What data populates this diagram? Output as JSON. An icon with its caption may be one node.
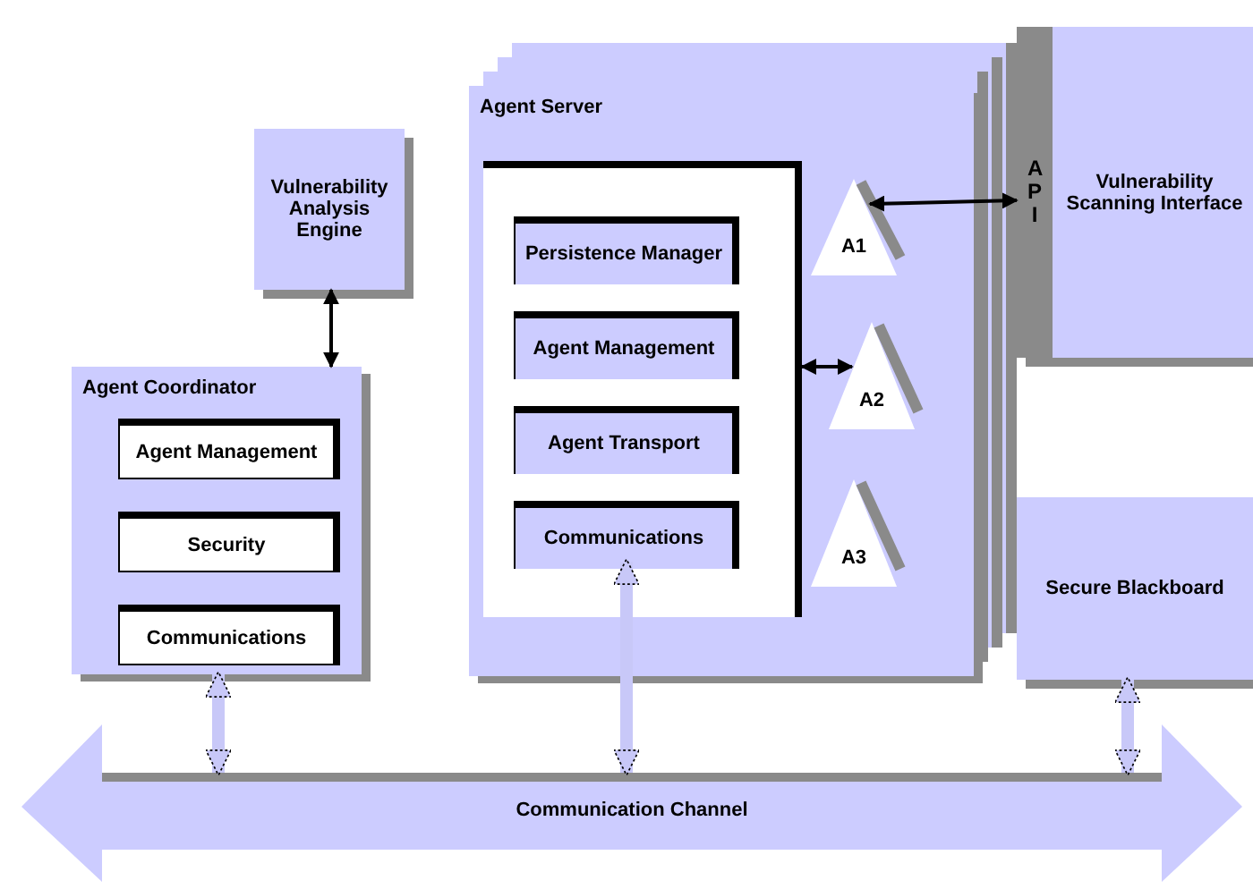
{
  "diagram": {
    "nodes": [
      {
        "text": [
          "Vulnerability Analysis Engine"
        ]
      },
      {
        "text": [
          "Agent Coordinator"
        ]
      },
      {
        "text": [
          "Agent Management"
        ],
        "in": 1
      },
      {
        "text": [
          "Security"
        ],
        "in": 1
      },
      {
        "text": [
          "Communications"
        ],
        "in": 1
      },
      {
        "text": [
          "Agent Server"
        ]
      },
      {
        "text": [],
        "shape": "box",
        "in": 5
      },
      {
        "text": [
          "Persistence Manager"
        ],
        "in": 6
      },
      {
        "text": [
          "Agent Management"
        ],
        "in": 6
      },
      {
        "text": [
          "Agent Transport"
        ],
        "in": 6
      },
      {
        "text": [
          "Communications"
        ],
        "in": 6
      },
      {
        "text": [
          "A1"
        ],
        "in": 5
      },
      {
        "text": [
          "A2"
        ],
        "in": 5
      },
      {
        "text": [
          "A3"
        ],
        "in": 5
      },
      {
        "text": [
          "Vulnerability Scanning Interface"
        ]
      },
      {
        "text": [
          "API"
        ],
        "in": 14
      },
      {
        "text": [
          "Secure Blackboard"
        ]
      },
      {
        "text": [
          "Communication Channel"
        ]
      }
    ],
    "edges": [
      {
        "from": 0,
        "to": 1,
        "arrow": "both"
      },
      {
        "from": 6,
        "to": 12,
        "arrow": "both"
      },
      {
        "from": 11,
        "to": 15,
        "arrow": "both"
      },
      {
        "from": 1,
        "to": 17,
        "arrow": "both",
        "style": "thick",
        "color": "#c8c8f8"
      },
      {
        "from": 10,
        "to": 17,
        "arrow": "both",
        "style": "thick",
        "color": "#c8c8f8"
      },
      {
        "from": 16,
        "to": 17,
        "arrow": "both",
        "style": "thick",
        "color": "#c8c8f8"
      }
    ]
  }
}
